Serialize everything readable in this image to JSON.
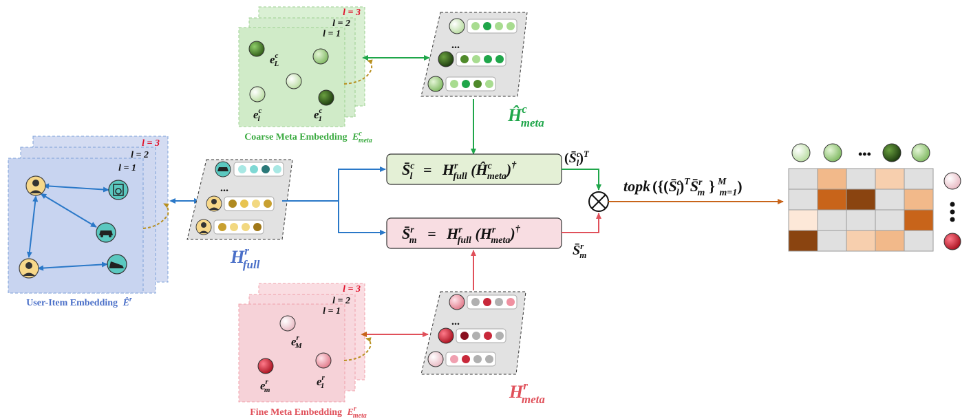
{
  "layers": {
    "l1": "l = 1",
    "l2": "l = 2",
    "l3": "l = 3"
  },
  "user_item": {
    "caption": "User-Item Embedding",
    "caption_symbol": "Ê",
    "caption_sup": "r"
  },
  "coarse": {
    "caption": "Coarse Meta Embedding",
    "caption_symbol": "E",
    "caption_sup": "c",
    "caption_sub": "meta",
    "node_labels": [
      {
        "base": "e",
        "sup": "c",
        "sub": "L"
      },
      {
        "base": "e",
        "sup": "c",
        "sub": "l"
      },
      {
        "base": "e",
        "sup": "c",
        "sub": "1"
      }
    ]
  },
  "fine": {
    "caption": "Fine Meta Embedding",
    "caption_symbol": "E",
    "caption_sup": "r",
    "caption_sub": "meta",
    "node_labels": [
      {
        "base": "e",
        "sup": "r",
        "sub": "M"
      },
      {
        "base": "e",
        "sup": "r",
        "sub": "m"
      },
      {
        "base": "e",
        "sup": "r",
        "sub": "1"
      }
    ]
  },
  "matrices": {
    "h_full": {
      "base": "H",
      "sup": "r",
      "sub": "full"
    },
    "h_meta_c": {
      "base": "Ĥ",
      "sup": "c",
      "sub": "meta"
    },
    "h_meta_r": {
      "base": "H",
      "sup": "r",
      "sub": "meta"
    },
    "ellipsis": "..."
  },
  "formulas": {
    "sl": {
      "lhs": "S̄",
      "lhs_sup": "c",
      "lhs_sub": "l",
      "eq": "=",
      "h": "H",
      "h_sup": "r",
      "h_sub": "full",
      "inner": "Ĥ",
      "inner_sup": "c",
      "inner_sub": "meta",
      "dagger": "†"
    },
    "sm": {
      "lhs": "S̄",
      "lhs_sup": "r",
      "lhs_sub": "m",
      "eq": "=",
      "h": "H",
      "h_sup": "r",
      "h_sub": "full",
      "inner": "H",
      "inner_sup": "r",
      "inner_sub": "meta",
      "dagger": "†"
    }
  },
  "side_labels": {
    "slt": {
      "base": "S̄",
      "sup": "c",
      "sub": "l",
      "t": "T"
    },
    "sm": {
      "base": "S̄",
      "sup": "r",
      "sub": "m"
    }
  },
  "topk": {
    "prefix": "topk",
    "open": "({(",
    "s1": "S̄",
    "s1_sup": "c",
    "s1_sub": "l",
    "t": "T",
    "s2": "S̄",
    "s2_sup": "r",
    "s2_sub": "m",
    "close": "}",
    "range_sup": "M",
    "range_sub": "m=1",
    "end": ")"
  },
  "heatmap": {
    "ellipsis_h": "•••",
    "col_colors": [
      "#b8dca0",
      "#4f8a2a",
      "#2f5a17",
      "#90c47a"
    ],
    "row_colors": [
      "#f7d6dc",
      "#c8283a"
    ],
    "cells": [
      [
        "#e0e0e0",
        "#f2b98a",
        "#e0e0e0",
        "#f7cfae",
        "#e0e0e0"
      ],
      [
        "#e0e0e0",
        "#c8641a",
        "#8a4410",
        "#e0e0e0",
        "#f2b98a"
      ],
      [
        "#e0e0e0",
        "#e0e0e0",
        "#e0e0e0",
        "#e0e0e0",
        "#c8641a"
      ],
      [
        "#8a4410",
        "#e0e0e0",
        "#f7cfae",
        "#f2b98a",
        "#e0e0e0"
      ]
    ],
    "first_row_light": "#fde8d8"
  },
  "colors": {
    "blue": "#2a78c8",
    "green": "#1fa64a",
    "red": "#e0505a",
    "orange": "#c8641a",
    "gold": "#b89020",
    "layer_red": "#e0102a"
  }
}
